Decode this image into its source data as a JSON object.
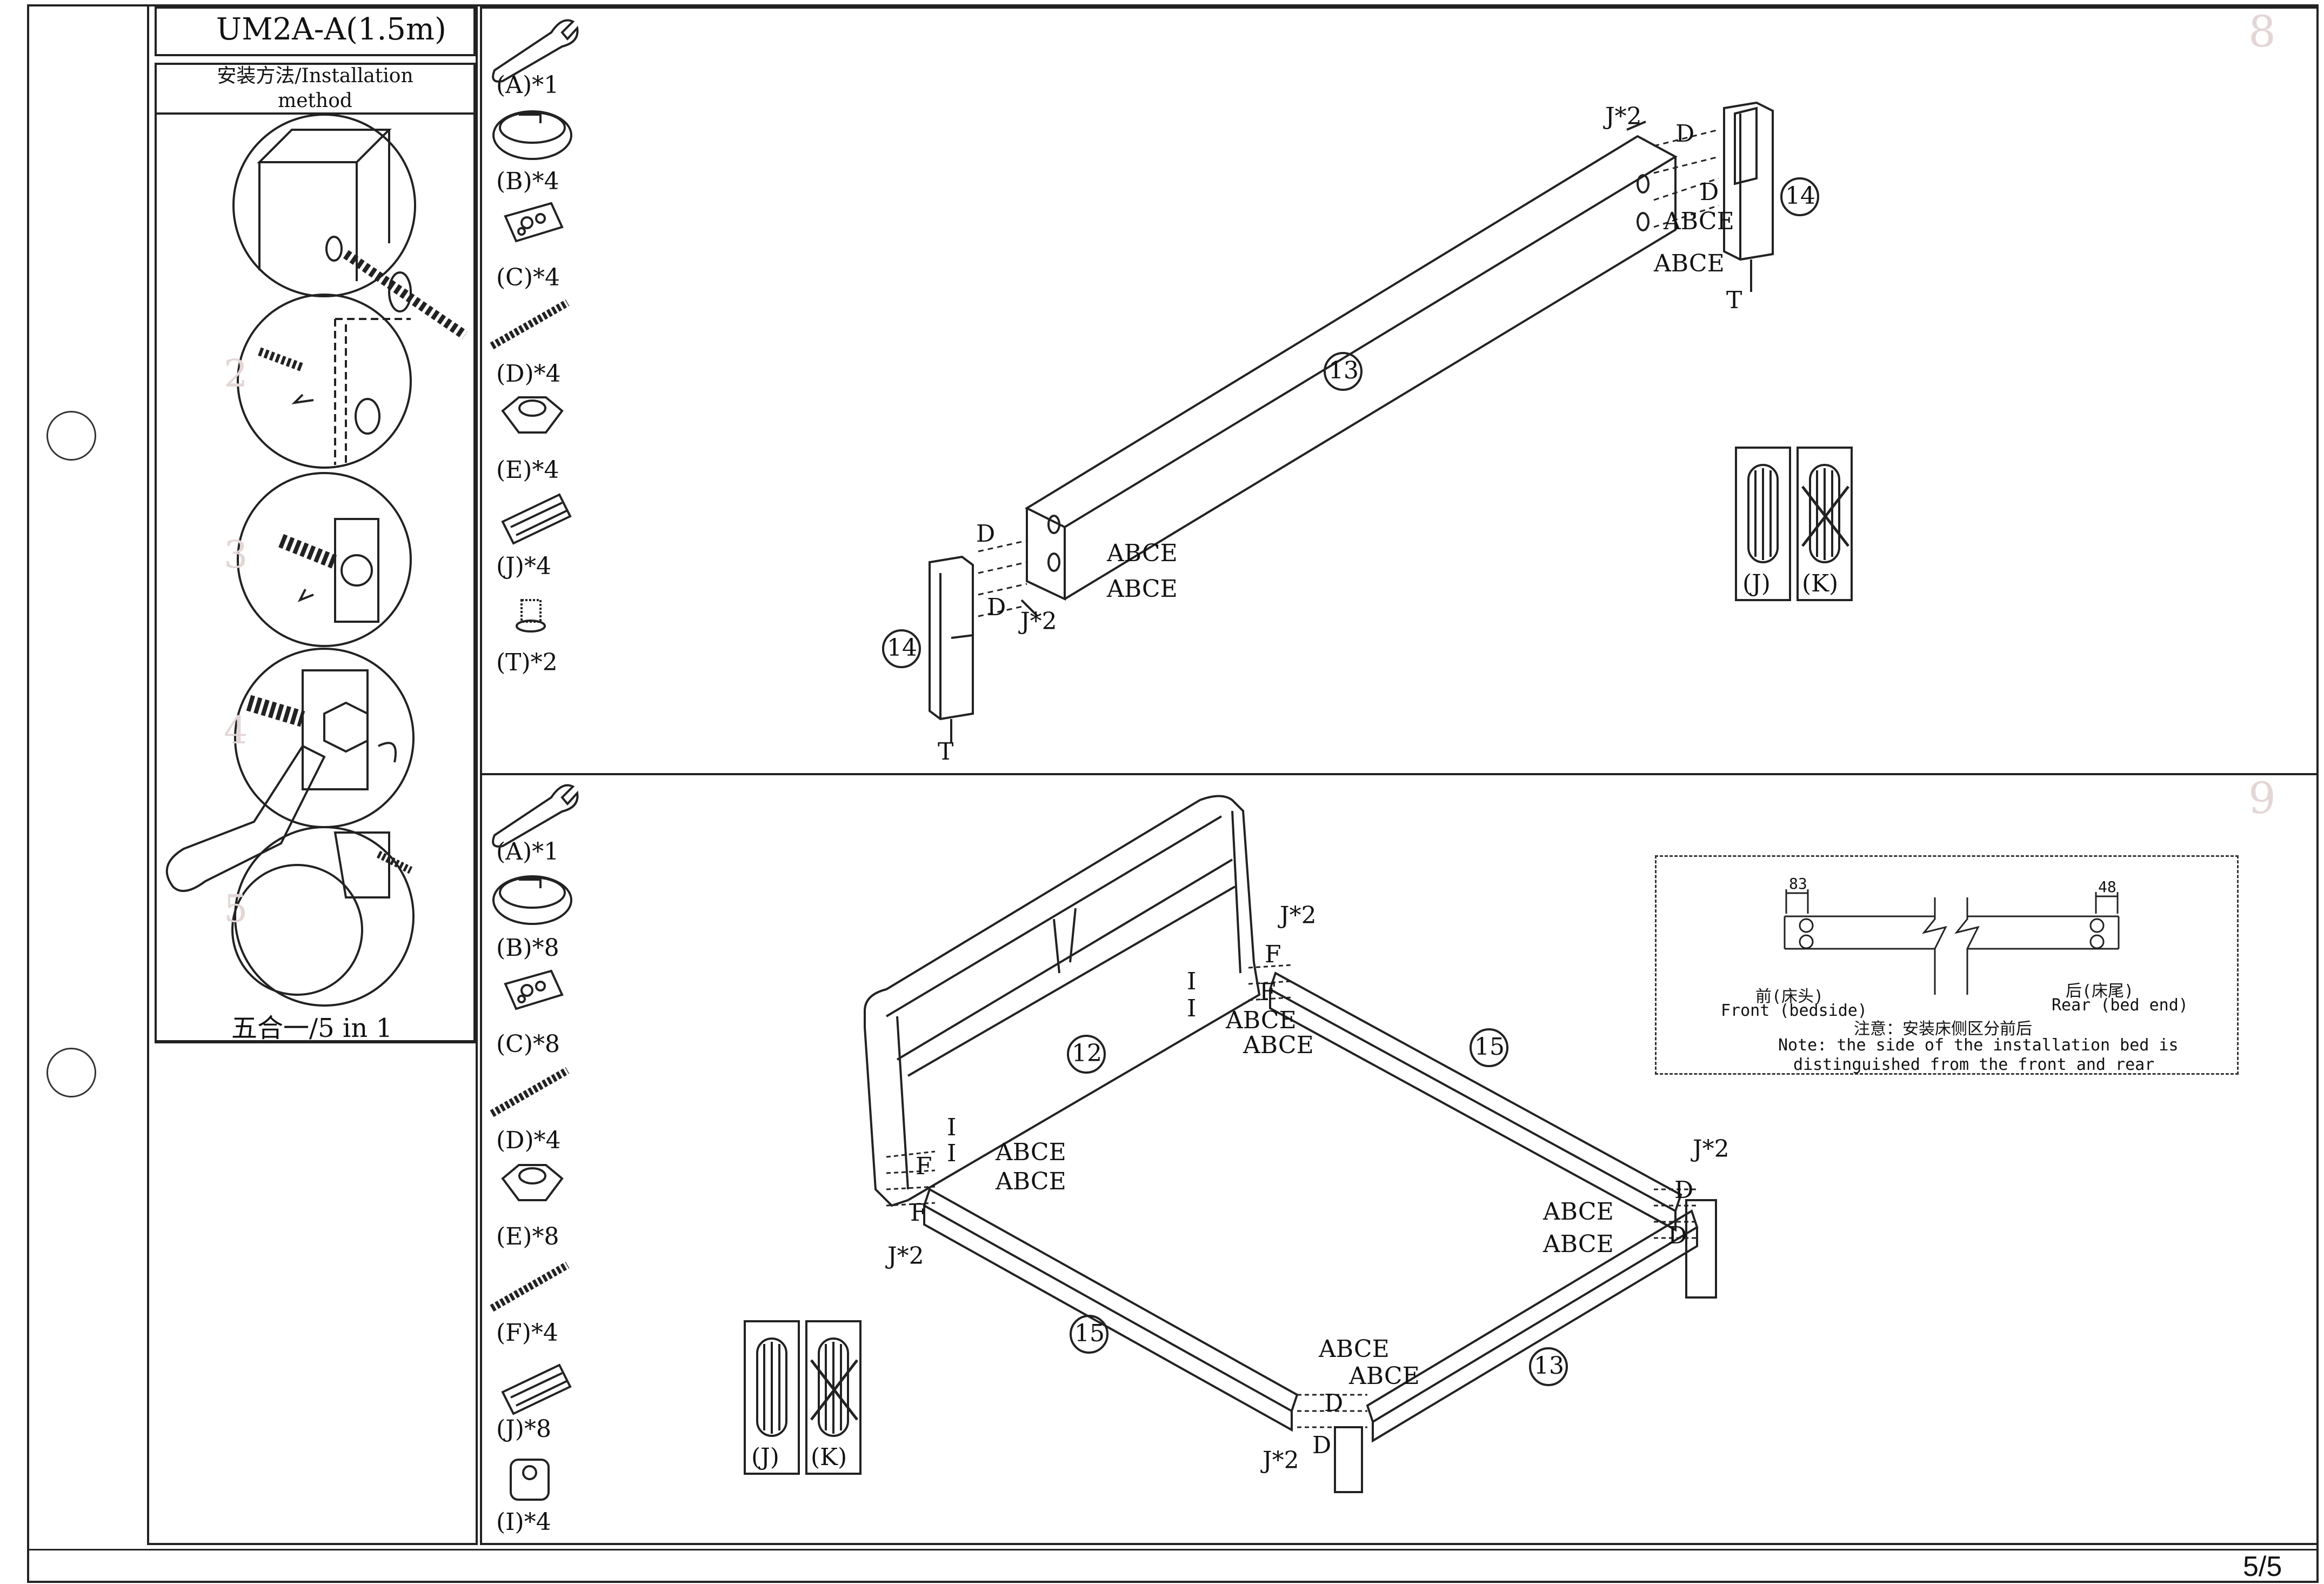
{
  "header": {
    "model": "UM2A-A(1.5m)",
    "method_title": "安装方法/Installation method",
    "method_caption": "五合一/5 in 1",
    "page_number": "5/5",
    "method_steps": [
      "2",
      "3",
      "4",
      "5"
    ]
  },
  "step8": {
    "number": "8",
    "parts": [
      {
        "label": "(A)*1",
        "icon": "wrench-icon"
      },
      {
        "label": "(B)*4",
        "icon": "cap-cover-icon"
      },
      {
        "label": "(C)*4",
        "icon": "cam-plate-icon"
      },
      {
        "label": "(D)*4",
        "icon": "threaded-rod-icon"
      },
      {
        "label": "(E)*4",
        "icon": "hex-nut-icon"
      },
      {
        "label": "(J)*4",
        "icon": "wood-dowel-icon"
      },
      {
        "label": "(T)*2",
        "icon": "foot-screw-icon"
      }
    ],
    "callouts": {
      "rail": "13",
      "leg": "14",
      "j2": "J*2",
      "d": "D",
      "abce": "ABCE",
      "t": "T"
    },
    "dowel_compare": {
      "ok": "(J)",
      "wrong": "(K)"
    }
  },
  "step9": {
    "number": "9",
    "parts": [
      {
        "label": "(A)*1",
        "icon": "wrench-icon"
      },
      {
        "label": "(B)*8",
        "icon": "cap-cover-icon"
      },
      {
        "label": "(C)*8",
        "icon": "cam-plate-icon"
      },
      {
        "label": "(D)*4",
        "icon": "threaded-rod-icon"
      },
      {
        "label": "(E)*8",
        "icon": "hex-nut-icon"
      },
      {
        "label": "(F)*4",
        "icon": "threaded-rod-icon"
      },
      {
        "label": "(J)*8",
        "icon": "wood-dowel-icon"
      },
      {
        "label": "(I)*4",
        "icon": "barrel-nut-icon"
      }
    ],
    "callouts": {
      "headboard": "12",
      "end_rail": "13",
      "side_rail": "15",
      "j2": "J*2",
      "d": "D",
      "f": "F",
      "i": "I",
      "abce": "ABCE"
    },
    "dowel_compare": {
      "ok": "(J)",
      "wrong": "(K)"
    },
    "note": {
      "dim_front": "83",
      "dim_rear": "48",
      "front_cn": "前(床头)",
      "front_en": "Front (bedside)",
      "rear_cn": "后(床尾)",
      "rear_en": "Rear (bed end)",
      "note_cn": "注意：安装床侧区分前后",
      "note_en_1": "Note: the side of the installation bed is",
      "note_en_2": "distinguished from the front and rear"
    }
  },
  "colors": {
    "line": "#222222",
    "faded_number": "#e3d6d6",
    "background": "#ffffff"
  }
}
